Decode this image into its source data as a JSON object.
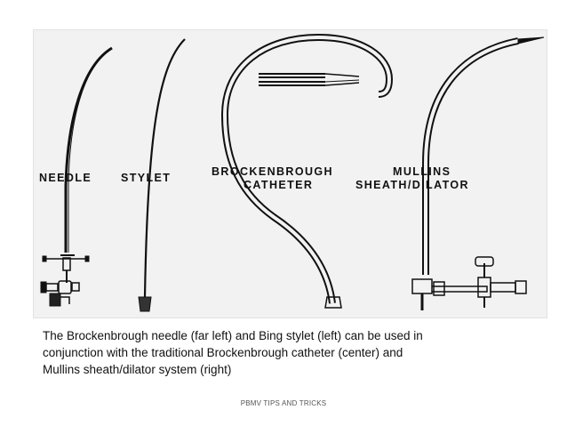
{
  "figure": {
    "labels": {
      "needle": "NEEDLE",
      "stylet": "STYLET",
      "catheter_line1": "BROCKENBROUGH",
      "catheter_line2": "CATHETER",
      "sheath_line1": "MULLINS",
      "sheath_line2": "SHEATH/DILATOR"
    }
  },
  "caption": {
    "lines": [
      "The Brockenbrough needle (far left) and Bing stylet (left) can be used in",
      "conjunction with the traditional Brockenbrough catheter (center) and",
      "Mullins sheath/dilator system (right)"
    ]
  },
  "footer": {
    "text": "PBMV TIPS AND TRICKS"
  }
}
